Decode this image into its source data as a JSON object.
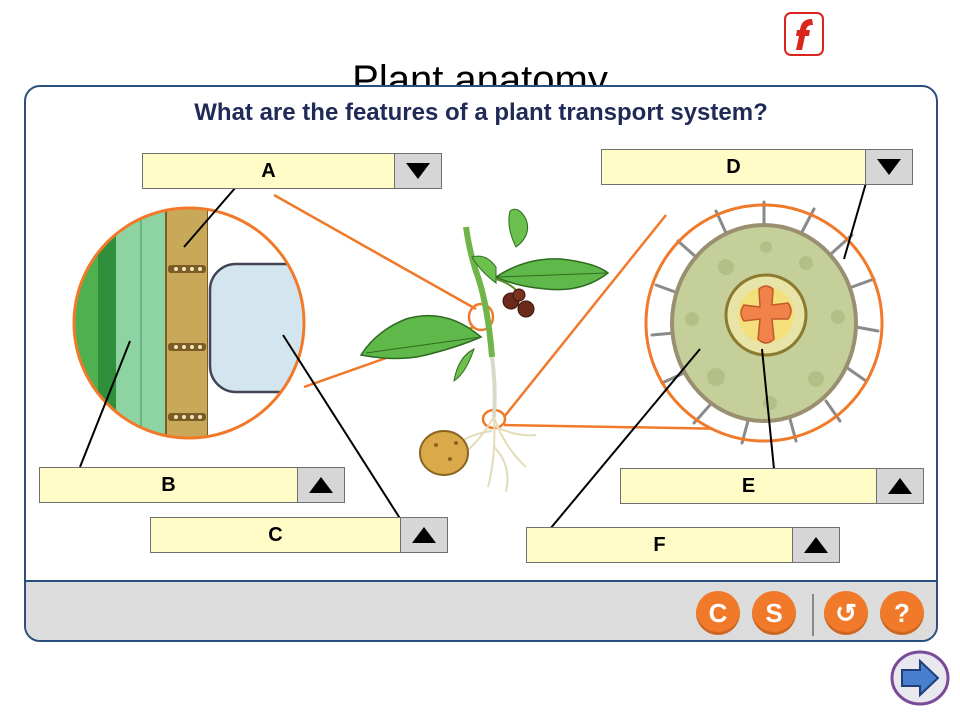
{
  "page": {
    "background_title": "Plant anatomy"
  },
  "question": "What are the features of a plant transport system?",
  "dropdowns": {
    "A": {
      "label": "A"
    },
    "B": {
      "label": "B"
    },
    "C": {
      "label": "C"
    },
    "D": {
      "label": "D"
    },
    "E": {
      "label": "E"
    },
    "F": {
      "label": "F"
    }
  },
  "controls": {
    "check_label": "C",
    "solution_label": "S",
    "reset_icon": "↺",
    "help_label": "?"
  },
  "colors": {
    "accent_orange": "#f07a2a",
    "panel_border": "#2a4f7c",
    "label_fill": "#fffcc8",
    "title_text": "#1f2a56"
  }
}
